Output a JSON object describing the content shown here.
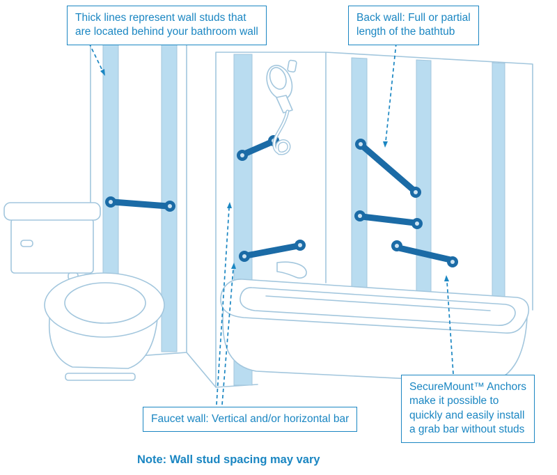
{
  "colors": {
    "accent": "#1a86c2",
    "outline": "#a2c6dd",
    "stud": "#b9dcf0",
    "bar": "#1b6ba6"
  },
  "callouts": {
    "wall_studs": "Thick lines represent wall studs that\nare located behind your bathroom wall",
    "back_wall": "Back wall: Full or partial\nlength of the bathtub",
    "faucet_wall": "Faucet wall: Vertical and/or horizontal bar",
    "securemount": "SecureMount™ Anchors\nmake it possible to\nquickly and easily install\na grab bar without studs"
  },
  "note": "Note: Wall stud spacing may vary",
  "diagram": {
    "parts": [
      "toilet",
      "bathtub",
      "tub-faucet",
      "handheld-shower",
      "wall-studs",
      "grab-bars"
    ]
  }
}
